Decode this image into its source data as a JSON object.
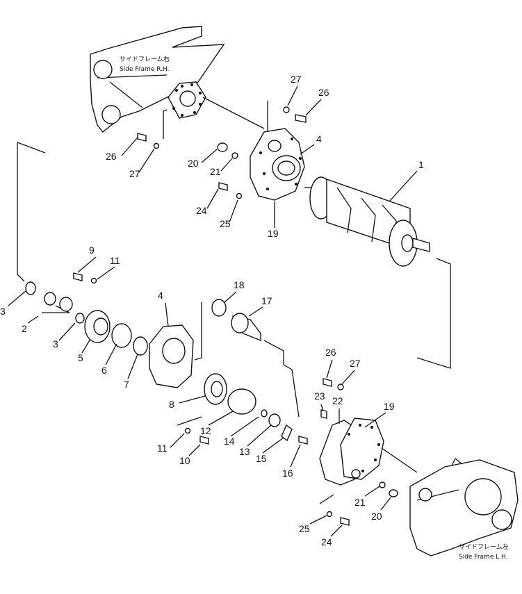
{
  "frames": {
    "right": {
      "jp": "サイドフレーム右",
      "en": "Side Frame R.H."
    },
    "left": {
      "jp": "サイドフレーム左",
      "en": "Side Frame L.H."
    }
  },
  "labels": {
    "p27a": "27",
    "p26a": "26",
    "p4a": "4",
    "p1": "1",
    "p20a": "20",
    "p21a": "21",
    "p24a": "24",
    "p25a": "25",
    "p19a": "19",
    "p26b": "26",
    "p27b": "27",
    "p9": "9",
    "p11a": "11",
    "p3a": "3",
    "p2": "2",
    "p3b": "3",
    "p5": "5",
    "p6": "6",
    "p7": "7",
    "p4b": "4",
    "p18": "18",
    "p17": "17",
    "p8": "8",
    "p12": "12",
    "p14": "14",
    "p13": "13",
    "p15": "15",
    "p11b": "11",
    "p10": "10",
    "p16": "16",
    "p26c": "26",
    "p27c": "27",
    "p23": "23",
    "p22": "22",
    "p19b": "19",
    "p21b": "21",
    "p20b": "20",
    "p25b": "25",
    "p24b": "24"
  }
}
